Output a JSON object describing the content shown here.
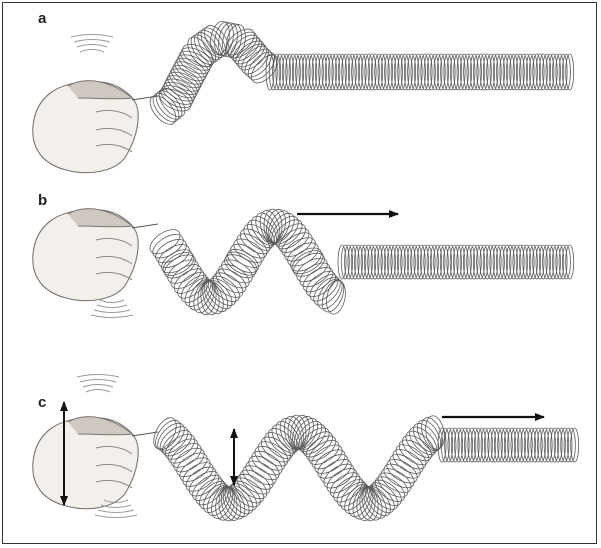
{
  "panels": [
    {
      "label": "a"
    },
    {
      "label": "b"
    },
    {
      "label": "c"
    }
  ],
  "colors": {
    "coil": "#5a5a5a",
    "arrow": "#111111",
    "skin": "#f3efea",
    "skin_shade": "#cfc8c0",
    "motion_lines": "#9a9a9a"
  },
  "icons": [
    "hand-icon",
    "slinky-spring",
    "right-arrow-icon",
    "vertical-double-arrow-icon",
    "motion-lines-icon"
  ]
}
